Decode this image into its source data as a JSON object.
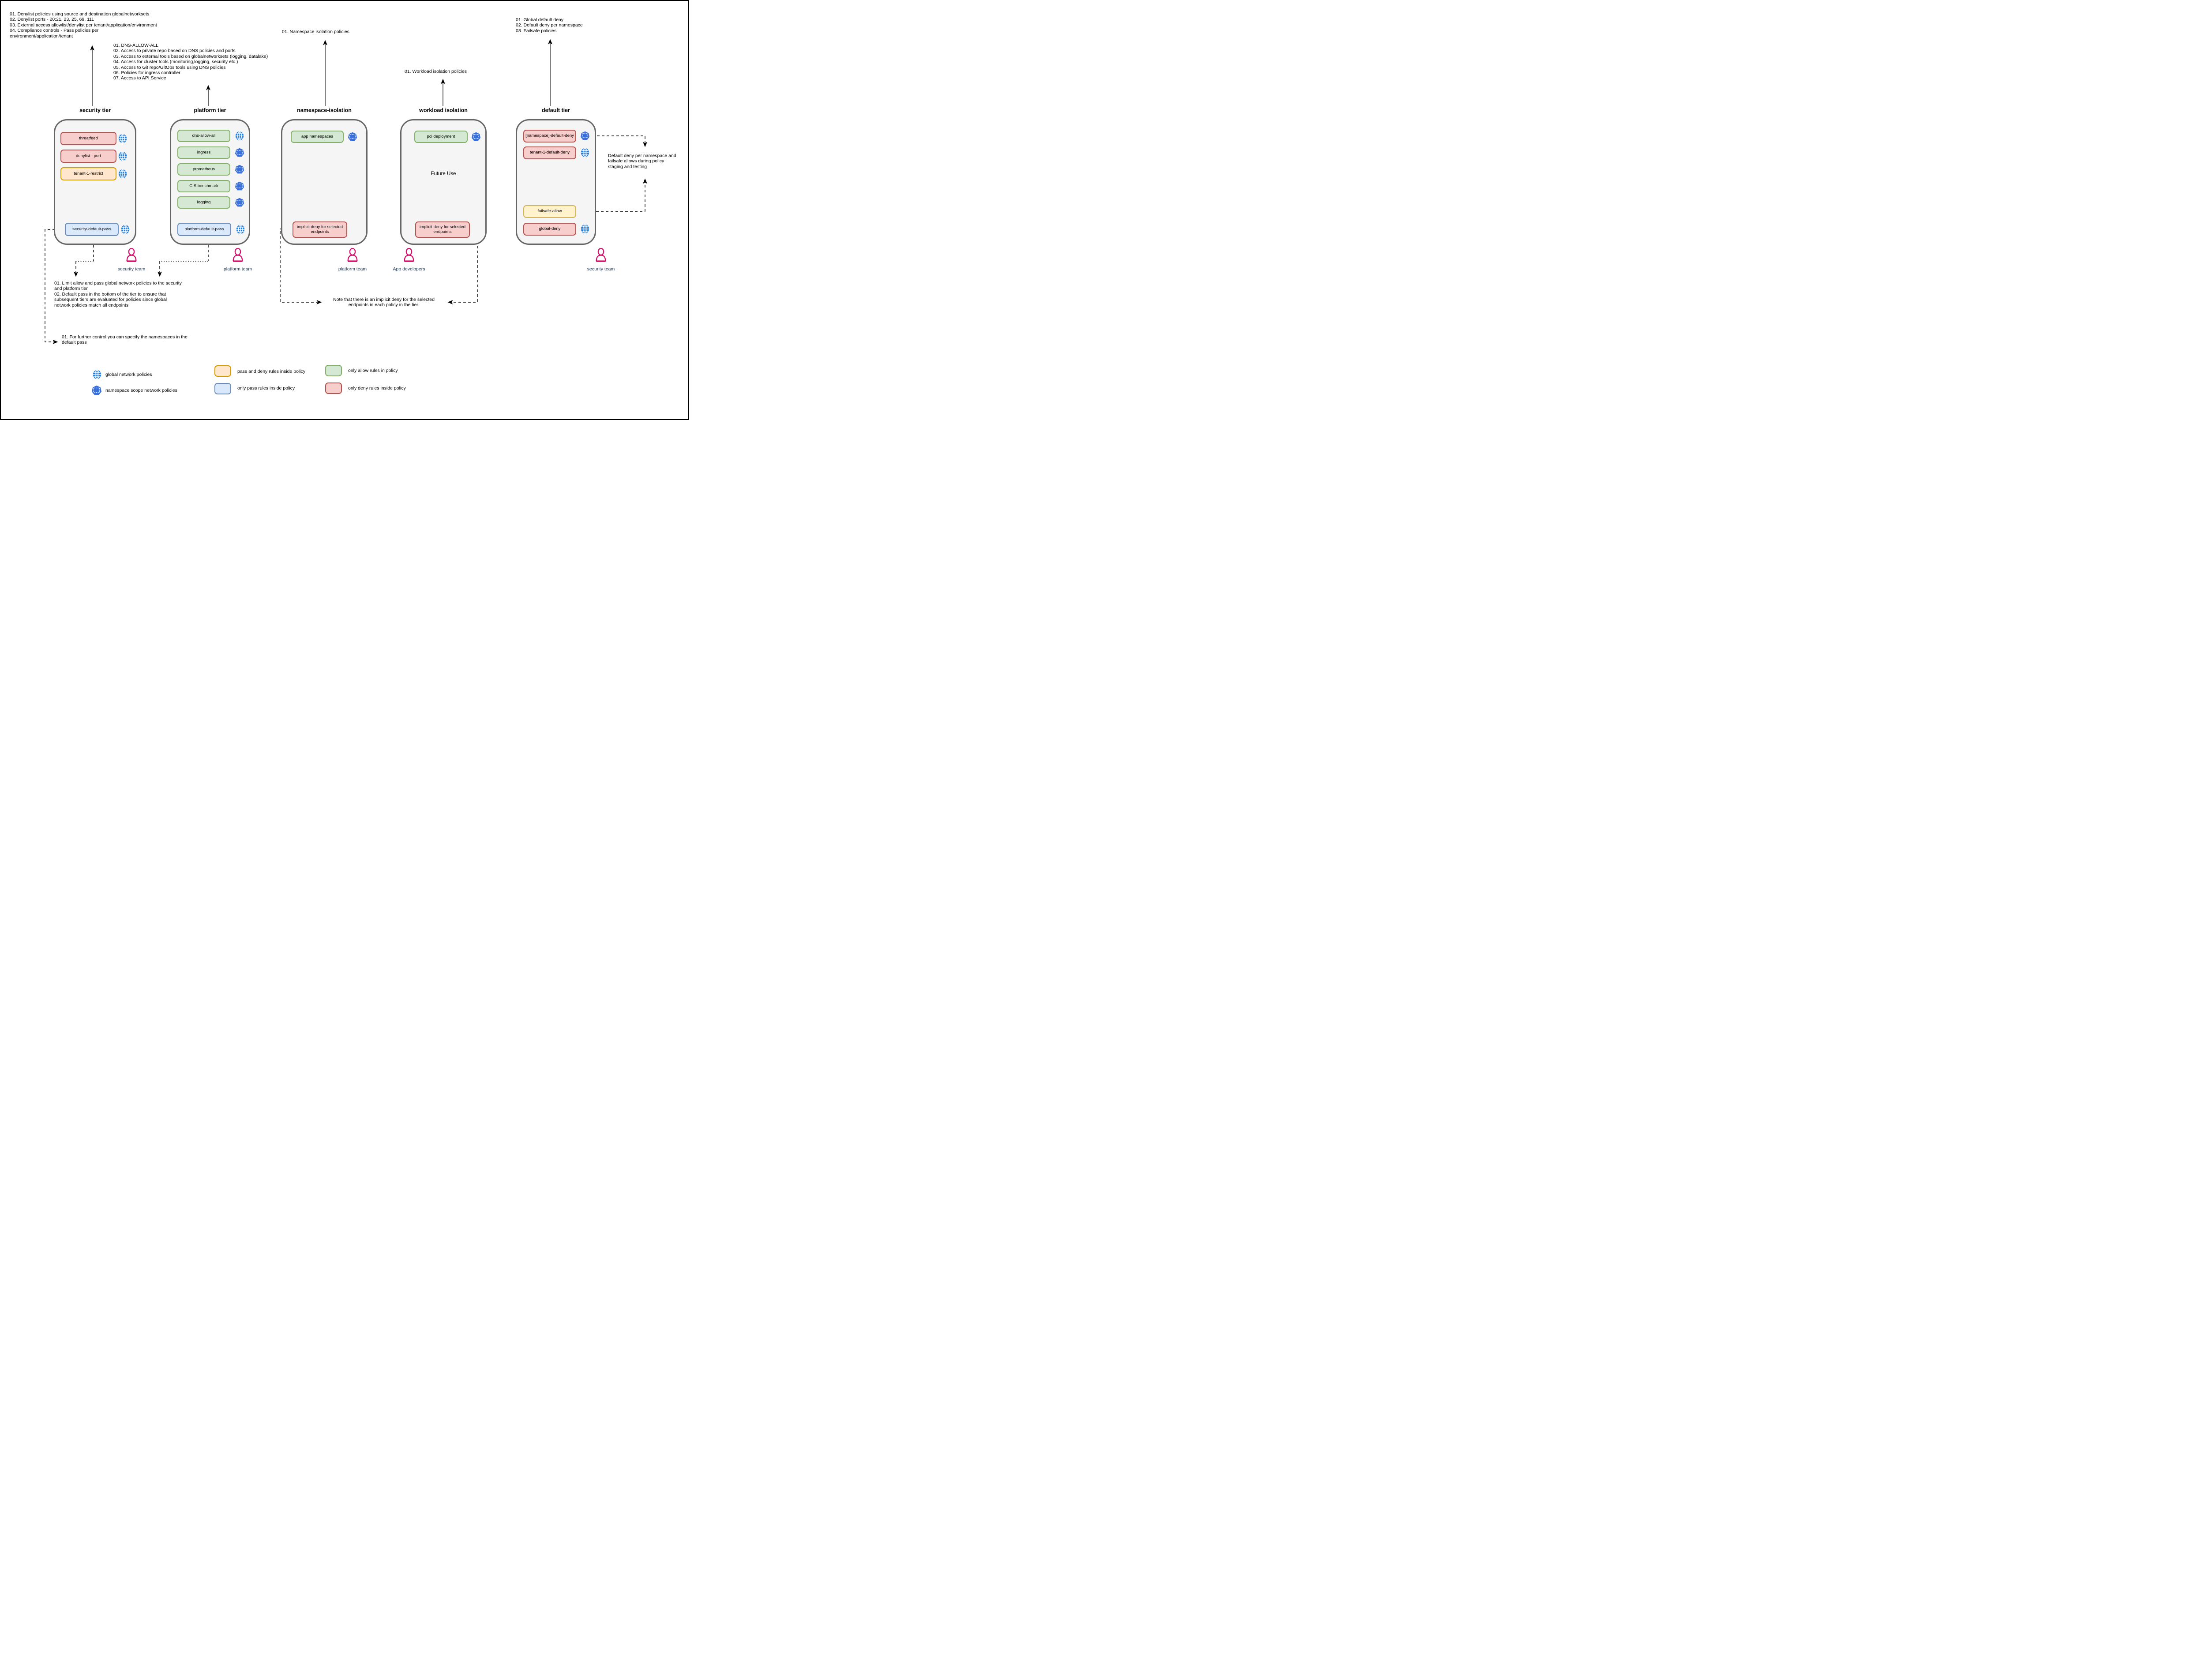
{
  "annotations": {
    "security_tier_notes": "01. Denylist policies using source and destination globalnetworksets\n02. Denylist ports - 20:21, 23, 25, 69, 111\n03. External access allowlist/denylist per tenant/application/environment\n04. Compliance controls - Pass policies per\nenvironment/application/tenant",
    "platform_tier_notes": "01. DNS-ALLOW-ALL\n02. Access to private repo based on DNS policies and ports\n03. Access to external tools based on globalnetworksets (logging, datalake)\n04. Access for cluster tools (monitoring,logging, security etc.)\n05. Access to Git repo/GitOps tools using DNS policies\n06. Policies for ingress controller\n07. Access to API Service",
    "namespace_isolation_note": "01. Namespace isolation policies",
    "workload_isolation_note": "01. Workload isolation policies",
    "default_tier_notes": "01. Global default deny\n02. Default deny per namespace\n03. Failsafe policies",
    "tier_guidance_note": "01. Limit allow and pass global network policies to the security\nand platform tier\n02. Default pass in the bottom of the tier to ensure that\nsubsequent tiers are evaluated for policies since global\nnetwork policies match all endpoints",
    "namespace_pass_note": "01. For further control you can specify the namespaces in the\ndefault pass",
    "implicit_deny_note": "Note that there is an implicit deny for the selected\nendpoints in each policy in the tier.",
    "policy_staging_note": "Default deny per namespace and\nfailsafe allows during policy\nstaging and testing"
  },
  "tiers": [
    {
      "title": "security tier",
      "policies": [
        {
          "label": "threatfeed",
          "rule_type": "only deny",
          "scope": "global"
        },
        {
          "label": "denylist - port",
          "rule_type": "only deny",
          "scope": "global"
        },
        {
          "label": "tenant-1-restrict",
          "rule_type": "pass and deny",
          "scope": "global"
        },
        {
          "label": "security-default-pass",
          "rule_type": "only pass",
          "scope": "global"
        }
      ]
    },
    {
      "title": "platform tier",
      "policies": [
        {
          "label": "dns-allow-all",
          "rule_type": "only allow",
          "scope": "global"
        },
        {
          "label": "ingress",
          "rule_type": "only allow",
          "scope": "namespace"
        },
        {
          "label": "prometheus",
          "rule_type": "only allow",
          "scope": "namespace"
        },
        {
          "label": "CIS benchmark",
          "rule_type": "only allow",
          "scope": "namespace"
        },
        {
          "label": "logging",
          "rule_type": "only allow",
          "scope": "namespace"
        },
        {
          "label": "platform-default-pass",
          "rule_type": "only pass",
          "scope": "global"
        }
      ]
    },
    {
      "title": "namespace-isolation",
      "policies": [
        {
          "label": "app namespaces",
          "rule_type": "only allow",
          "scope": "namespace"
        },
        {
          "label": "implicit deny for selected endpoints",
          "rule_type": "only deny",
          "scope": ""
        }
      ]
    },
    {
      "title": "workload isolation",
      "center_label": "Future Use",
      "policies": [
        {
          "label": "pci deployment",
          "rule_type": "only allow",
          "scope": "namespace"
        },
        {
          "label": "implicit deny for selected endpoints",
          "rule_type": "only deny",
          "scope": ""
        }
      ]
    },
    {
      "title": "default tier",
      "policies": [
        {
          "label": "[namespace]-default-deny",
          "rule_type": "only deny",
          "scope": "namespace"
        },
        {
          "label": "tenant-1-default-deny",
          "rule_type": "only deny",
          "scope": "global"
        },
        {
          "label": "failsafe-allow",
          "rule_type": "failsafe allow",
          "scope": ""
        },
        {
          "label": "global-deny",
          "rule_type": "only deny",
          "scope": "global"
        }
      ]
    }
  ],
  "actors": [
    {
      "label": "security team"
    },
    {
      "label": "platform team"
    },
    {
      "label": "platform team"
    },
    {
      "label": "App developers"
    },
    {
      "label": "security team"
    }
  ],
  "legend": {
    "items": [
      {
        "icon": "globe-icon",
        "label": "global network policies"
      },
      {
        "icon": "namespace-icon",
        "label": "namespace scope network policies"
      },
      {
        "swatch": "orange",
        "label": "pass and deny rules inside policy"
      },
      {
        "swatch": "blue",
        "label": "only pass rules inside policy"
      },
      {
        "swatch": "green",
        "label": "only allow rules in policy"
      },
      {
        "swatch": "red",
        "label": "only deny rules inside policy"
      }
    ]
  },
  "colors": {
    "deny_fill": "#f8cecc",
    "deny_stroke": "#b85450",
    "allow_fill": "#d5e8d4",
    "allow_stroke": "#82b366",
    "pass_fill": "#dae8fc",
    "pass_stroke": "#6c8ebf",
    "pass_and_deny_fill": "#ffe6cc",
    "pass_and_deny_stroke": "#d79b00",
    "failsafe_fill": "#fff2cc",
    "failsafe_stroke": "#d6b656",
    "tier_fill": "#f5f5f5",
    "tier_stroke": "#666666",
    "globe_blue": "#1f7ee0",
    "namespace_blue": "#3a70dc",
    "actor_pink": "#d4116e",
    "actor_label": "#1f3a54"
  }
}
